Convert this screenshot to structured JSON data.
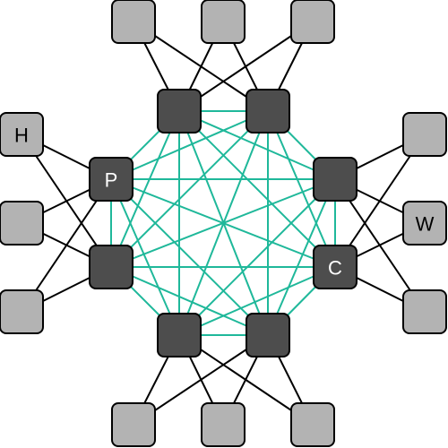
{
  "diagram": {
    "colors": {
      "background": "#ffffff",
      "outer_node_fill": "#b3b3b3",
      "core_node_fill": "#4d4d4d",
      "node_stroke": "#000000",
      "local_edge": "#000000",
      "core_edge": "#1fb89a",
      "label_on_outer": "#000000",
      "label_on_core": "#ffffff"
    },
    "labels": {
      "H": "H",
      "P": "P",
      "W": "W",
      "C": "C"
    }
  }
}
